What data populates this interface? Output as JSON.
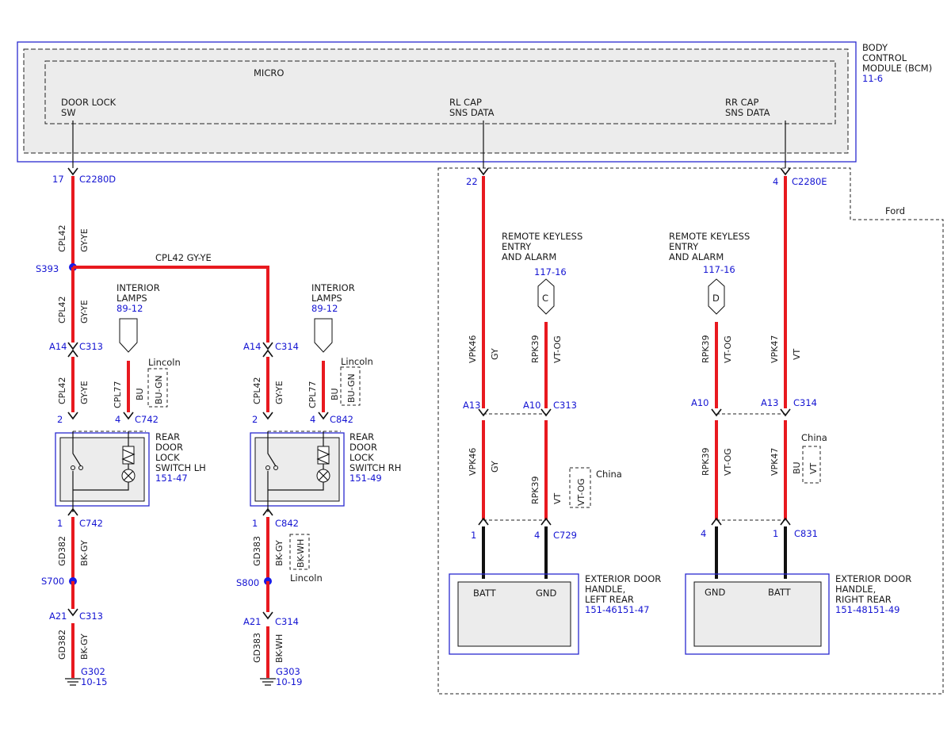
{
  "bcm": {
    "label_lines": [
      "BODY",
      "CONTROL",
      "MODULE (BCM)"
    ],
    "ref": "11-6",
    "micro_label": "MICRO",
    "pins": {
      "door_lock": [
        "DOOR LOCK",
        "SW"
      ],
      "rl_cap": [
        "RL CAP",
        "SNS DATA"
      ],
      "rr_cap": [
        "RR CAP",
        "SNS DATA"
      ]
    }
  },
  "region_label": "Ford",
  "connectors": {
    "c2280d": {
      "pin": "17",
      "name": "C2280D"
    },
    "c2280e_rl": {
      "pin": "22"
    },
    "c2280e_rr": {
      "pin": "4",
      "name": "C2280E"
    },
    "c313_lh": {
      "pin": "A14",
      "name": "C313"
    },
    "c314_rh": {
      "pin": "A14",
      "name": "C314"
    },
    "c742_top": {
      "pin2": "2",
      "pin4": "4",
      "name": "C742"
    },
    "c842_top": {
      "pin2": "2",
      "pin4": "4",
      "name": "C842"
    },
    "c742_bot": {
      "pin": "1",
      "name": "C742"
    },
    "c842_bot": {
      "pin": "1",
      "name": "C842"
    },
    "c313_gnd": {
      "pin": "A21",
      "name": "C313"
    },
    "c314_gnd": {
      "pin": "A21",
      "name": "C314"
    },
    "c313_rl": {
      "pin_a": "A13",
      "pin_b": "A10",
      "name": "C313"
    },
    "c314_rr": {
      "pin_a": "A10",
      "pin_b": "A13",
      "name": "C314"
    },
    "c729": {
      "pin_a": "1",
      "pin_b": "4",
      "name": "C729"
    },
    "c831": {
      "pin_a": "4",
      "pin_b": "1",
      "name": "C831"
    }
  },
  "splices": {
    "s393": "S393",
    "s700": "S700",
    "s800": "S800"
  },
  "grounds": {
    "g302": {
      "name": "G302",
      "ref": "10-15"
    },
    "g303": {
      "name": "G303",
      "ref": "10-19"
    }
  },
  "wires": {
    "cpl42": "CPL42",
    "gy_ye": "GY-YE",
    "horizontal": "CPL42   GY-YE",
    "cpl77": "CPL77",
    "bu": "BU",
    "bu_gn": "BU-GN",
    "gd382": "GD382",
    "gd383": "GD383",
    "bk_gy": "BK-GY",
    "bk_wh": "BK-WH",
    "vpk46": "VPK46",
    "gy": "GY",
    "rpk39": "RPK39",
    "vt_og": "VT-OG",
    "vt": "VT",
    "vpk47": "VPK47"
  },
  "options": {
    "lincoln": "Lincoln",
    "china": "China"
  },
  "interior_lamps": {
    "label_lines": [
      "INTERIOR",
      "LAMPS"
    ],
    "ref": "89-12"
  },
  "switches": {
    "lh": {
      "label_lines": [
        "REAR",
        "DOOR",
        "LOCK",
        "SWITCH LH"
      ],
      "ref": "151-47"
    },
    "rh": {
      "label_lines": [
        "REAR",
        "DOOR",
        "LOCK",
        "SWITCH RH"
      ],
      "ref": "151-49"
    }
  },
  "rke": {
    "label_lines": [
      "REMOTE KEYLESS",
      "ENTRY",
      "AND ALARM"
    ],
    "ref": "117-16",
    "tag_c": "C",
    "tag_d": "D"
  },
  "handles": {
    "left": {
      "label_lines": [
        "EXTERIOR DOOR",
        "HANDLE,",
        "LEFT REAR"
      ],
      "ref": "151-46151-47",
      "pin_a": "BATT",
      "pin_b": "GND"
    },
    "right": {
      "label_lines": [
        "EXTERIOR DOOR",
        "HANDLE,",
        "RIGHT REAR"
      ],
      "ref": "151-48151-49",
      "pin_a": "GND",
      "pin_b": "BATT"
    }
  },
  "colors": {
    "wire_red": "#e8191f",
    "ref_blue": "#1414d2",
    "splice_blue": "#1a1ae6"
  }
}
